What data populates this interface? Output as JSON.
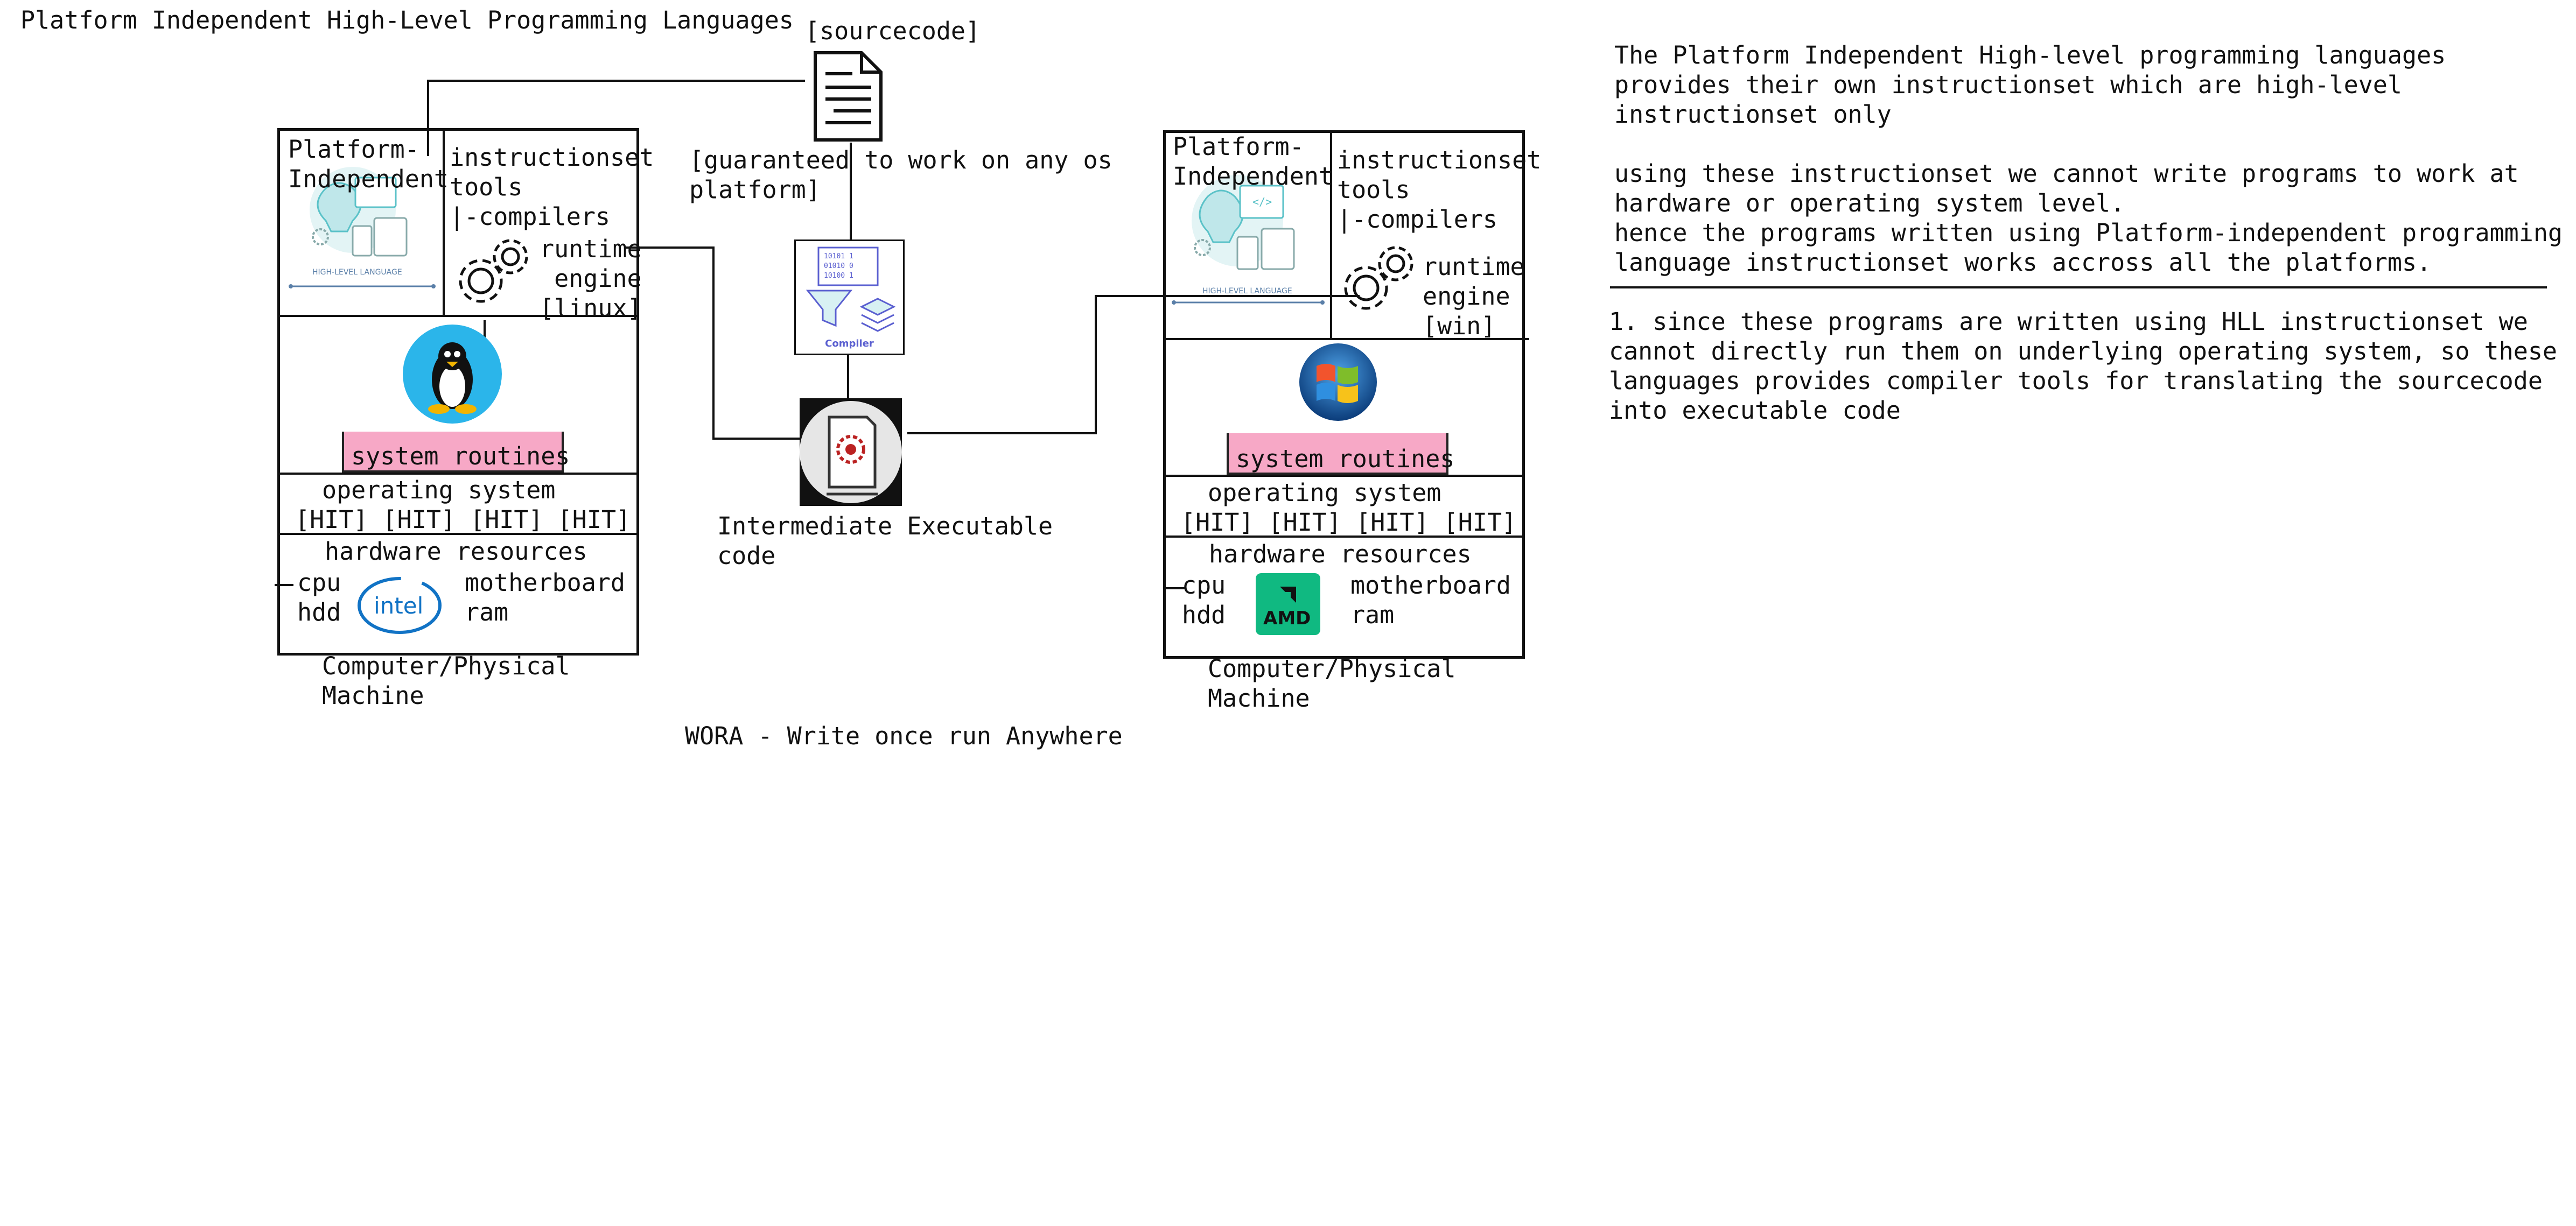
{
  "title": "Platform Independent High-Level Programming Languages",
  "source": {
    "label": "[sourcecode]",
    "guarantee": "[guaranteed to work on any os\nplatform]"
  },
  "compiler_icon_label": "Compiler",
  "intermediate": {
    "label": "Intermediate Executable\ncode"
  },
  "footer": "WORA - Write once run Anywhere",
  "machines": [
    {
      "platform_label": "Platform-\nIndependent",
      "hll_caption": "HIGH-LEVEL LANGUAGE",
      "tools": "instructionset\ntools\n|-compilers",
      "runtime": "runtime\nengine\n[linux]",
      "os_icon": "linux-tux-icon",
      "system_routines": "system routines",
      "os": "operating system",
      "hit": "[HIT] [HIT] [HIT] [HIT]",
      "hardware": "hardware resources",
      "cpu": "cpu\nhdd",
      "vendor_logo": "intel-logo",
      "vendor_text": "intel",
      "board": "motherboard\nram",
      "caption": "Computer/Physical\nMachine"
    },
    {
      "platform_label": "Platform-\nIndependent",
      "hll_caption": "HIGH-LEVEL LANGUAGE",
      "tools": "instructionset\ntools\n|-compilers",
      "runtime": "runtime\nengine\n[win]",
      "os_icon": "windows-logo-icon",
      "system_routines": "system routines",
      "os": "operating system",
      "hit": "[HIT] [HIT] [HIT] [HIT]",
      "hardware": "hardware resources",
      "cpu": "cpu\nhdd",
      "vendor_logo": "amd-logo",
      "vendor_text": "AMD",
      "board": "motherboard\nram",
      "caption": "Computer/Physical\nMachine"
    }
  ],
  "notes": {
    "p1": "The Platform Independent High-level programming languages\nprovides their own instructionset which are high-level\ninstructionset only",
    "p2": "using these instructionset we cannot write programs to work at\nhardware or operating system level.\nhence the programs written using Platform-independent programming\nlanguage instructionset works accross all the platforms.",
    "p3": "1. since these programs are written using HLL instructionset we\ncannot directly run them on underlying operating system, so these\nlanguages provides compiler tools for translating the sourcecode\ninto executable code"
  },
  "colors": {
    "pink": "#f7a8c6",
    "tux_blue": "#2bb5ea",
    "intel_blue": "#1173c5",
    "amd_green": "#10b981",
    "icon_teal": "#5bc2c8"
  }
}
